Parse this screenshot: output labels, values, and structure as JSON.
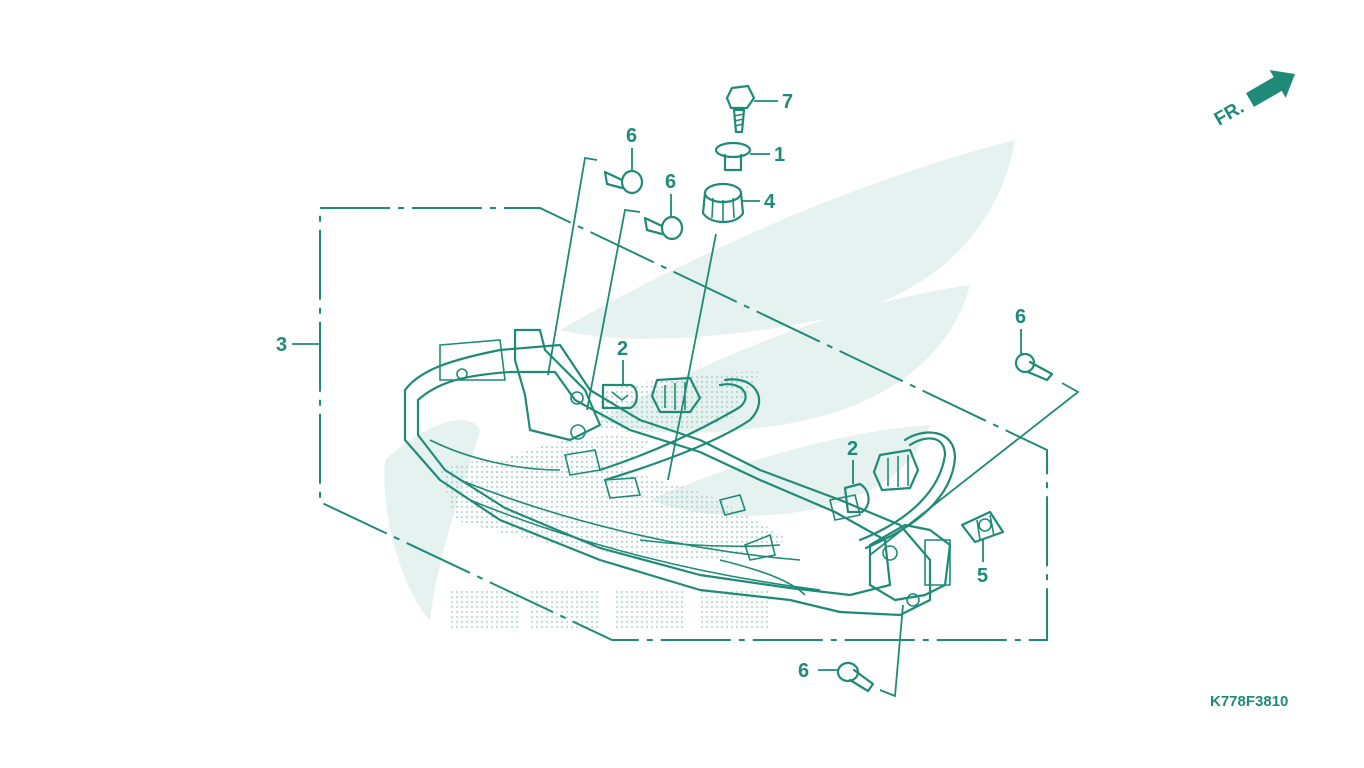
{
  "callouts": {
    "c7": "7",
    "c1": "1",
    "c4": "4",
    "c6a": "6",
    "c6b": "6",
    "c3": "3",
    "c2a": "2",
    "c2b": "2",
    "c6c": "6",
    "c5": "5",
    "c6d": "6"
  },
  "direction": {
    "label": "FR."
  },
  "diagram_code": "K778F3810",
  "colors": {
    "line": "#1f8a78",
    "watermark": "#e6f2ef",
    "dots": "#a9cfc6"
  }
}
